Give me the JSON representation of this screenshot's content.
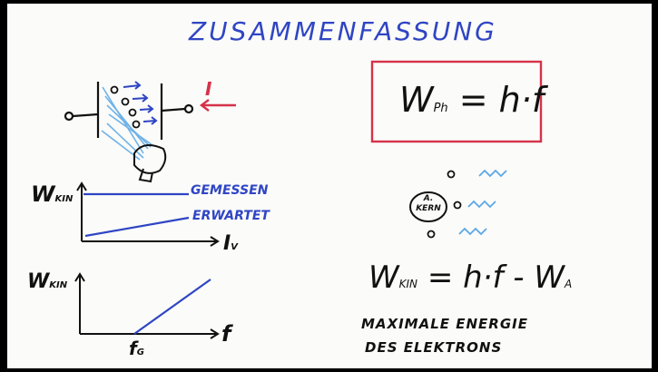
{
  "title": "ZUSAMMENFASSUNG",
  "colors": {
    "blue": "#2f45c4",
    "red": "#d6324a",
    "ink": "#111111",
    "light_blue": "#5aa8e8"
  },
  "experiment": {
    "current_label": "I"
  },
  "graph1": {
    "y_label": "W",
    "y_sub": "KIN",
    "x_label": "I",
    "x_sub": "V",
    "measured_label": "GEMESSEN",
    "expected_label": "ERWARTET"
  },
  "graph2": {
    "y_label": "W",
    "y_sub": "KIN",
    "x_label": "f",
    "threshold_label": "f",
    "threshold_sub": "G"
  },
  "photon_formula": {
    "lhs": "W",
    "lhs_sub": "Ph",
    "rhs": "= h·f"
  },
  "atom": {
    "label_line1": "A.",
    "label_line2": "KERN"
  },
  "main_formula": {
    "lhs": "W",
    "lhs_sub": "KIN",
    "rhs": "= h·f - W",
    "rhs_sub": "A"
  },
  "caption": {
    "line1": "MAXIMALE ENERGIE",
    "line2": "DES ELEKTRONS"
  }
}
